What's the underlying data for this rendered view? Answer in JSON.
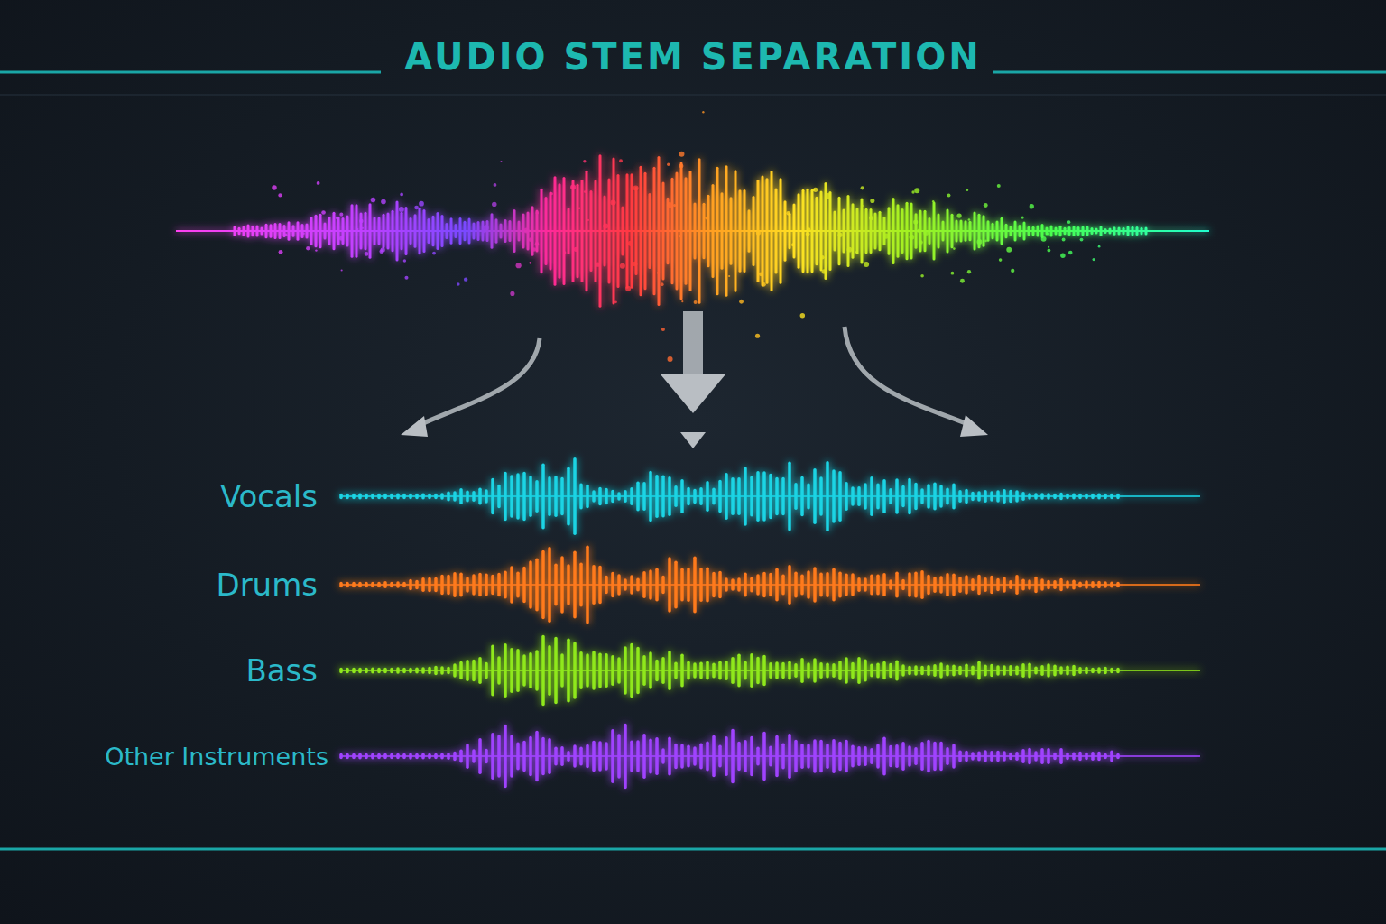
{
  "diagram": {
    "title": "AUDIO STEM SEPARATION",
    "labels": [
      "Vocals",
      "Drums",
      "Bass",
      "Other Instruments"
    ]
  }
}
